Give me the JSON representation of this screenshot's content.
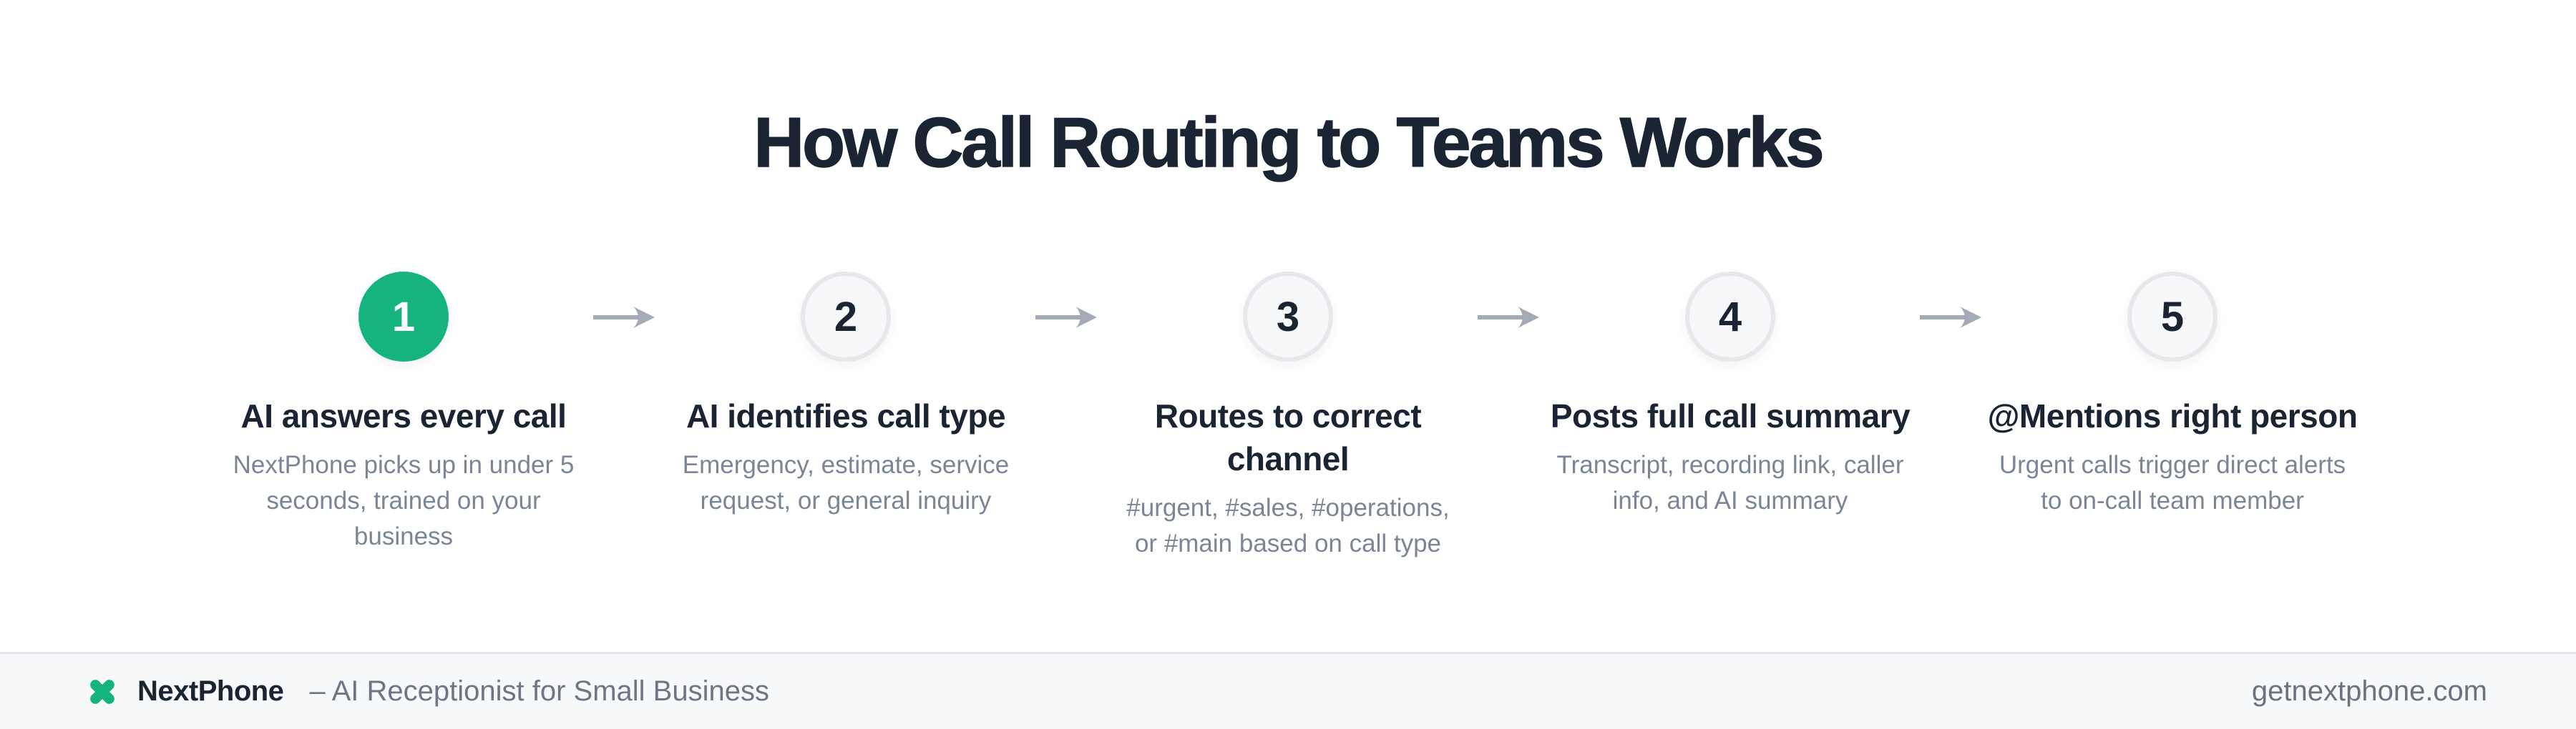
{
  "title": "How Call Routing to Teams Works",
  "steps": [
    {
      "number": "1",
      "title": "AI answers every call",
      "description": "NextPhone picks up in under 5\nseconds, trained on your\nbusiness"
    },
    {
      "number": "2",
      "title": "AI identifies call type",
      "description": "Emergency, estimate, service\nrequest, or general inquiry"
    },
    {
      "number": "3",
      "title": "Routes to correct\nchannel",
      "description": "#urgent, #sales, #operations,\nor #main based on call type"
    },
    {
      "number": "4",
      "title": "Posts full call summary",
      "description": "Transcript, recording link, caller\ninfo, and AI summary"
    },
    {
      "number": "5",
      "title": "@Mentions right person",
      "description": "Urgent calls trigger direct alerts\nto on-call team member"
    }
  ],
  "footer": {
    "brand": "NextPhone",
    "tagline": "– AI Receptionist for Small Business",
    "url": "getnextphone.com",
    "logo_icon": "clover-x-icon"
  },
  "colors": {
    "accent_green": "#16b47d",
    "dark_navy": "#1b2433",
    "muted_gray": "#7c8594",
    "circle_fill": "#f7f8fa",
    "circle_border": "#e6e8ec",
    "arrow_gray": "#a4abb5",
    "footer_bg": "#f7f8fa"
  }
}
